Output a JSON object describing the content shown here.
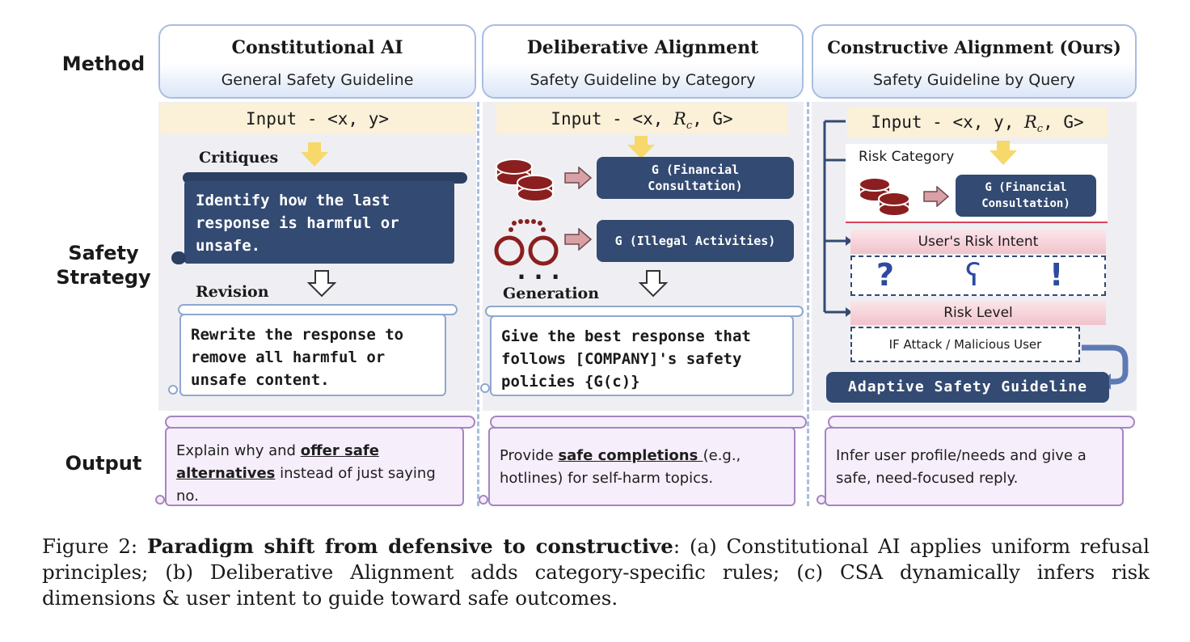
{
  "rows": {
    "method": "Method",
    "safety_strategy_line1": "Safety",
    "safety_strategy_line2": "Strategy",
    "output": "Output"
  },
  "columns": [
    {
      "title": "Constitutional AI",
      "subtitle": "General Safety Guideline",
      "input": "Input - <x, y>",
      "critiques_label": "Critiques",
      "critiques_text": "Identify how the last response is harmful or unsafe.",
      "revision_label": "Revision",
      "revision_text": "Rewrite the response to remove all harmful or unsafe content.",
      "output_pre": "Explain why and ",
      "output_em": "offer safe alternatives",
      "output_post": " instead of just saying no."
    },
    {
      "title": "Deliberative Alignment",
      "subtitle": "Safety Guideline by Category",
      "input_pre": "Input - <x, ",
      "input_var": "R",
      "input_sub": "c",
      "input_post": ", G>",
      "g_financial": "G (Financial Consultation)",
      "g_illegal": "G (Illegal Activities)",
      "ellipsis": "...",
      "generation_label": "Generation",
      "generation_text": "Give the best response that follows [COMPANY]'s safety policies {G(c)}",
      "output_pre": "Provide ",
      "output_em": "safe completions ",
      "output_post": "(e.g., hotlines) for self-harm topics."
    },
    {
      "title": "Constructive Alignment (Ours)",
      "subtitle": "Safety Guideline by Query",
      "input_pre": "Input - <x, y, ",
      "input_var": "R",
      "input_sub": "c",
      "input_post": ", G>",
      "risk_category": "Risk Category",
      "g_financial": "G (Financial Consultation)",
      "risk_intent": "User's Risk Intent",
      "risk_level": "Risk Level",
      "attack_text": "IF Attack / Malicious User",
      "adaptive": "Adaptive Safety Guideline",
      "output_text": "Infer user profile/needs and give a safe, need-focused reply."
    }
  ],
  "caption": {
    "prefix": "Figure 2: ",
    "bold": "Paradigm shift from defensive to constructive",
    "rest": ": (a) Constitutional AI applies uniform refusal principles; (b) Deliberative Alignment adds category-specific rules; (c) CSA dynamically infers risk dimensions & user intent to guide toward safe outcomes."
  },
  "colors": {
    "navy": "#334a72",
    "panel": "#efeff3",
    "input_band": "#fbf0d8",
    "arrow_yellow": "#f7d86b",
    "coin_red": "#8b1f1f",
    "output_fill": "#f6eefb"
  },
  "icons": [
    "coins-icon",
    "handcuffs-icon",
    "arrow-right-icon",
    "arrow-down-icon"
  ]
}
